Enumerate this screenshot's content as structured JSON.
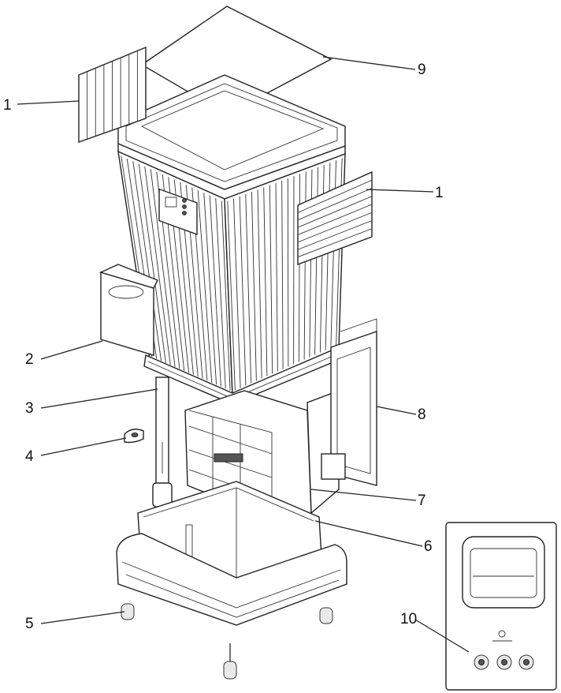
{
  "diagram": {
    "callouts": [
      {
        "id": "louver-left",
        "label": "1"
      },
      {
        "id": "louver-right",
        "label": "1"
      },
      {
        "id": "side-tank",
        "label": "2"
      },
      {
        "id": "pump-pipe",
        "label": "3"
      },
      {
        "id": "clip",
        "label": "4"
      },
      {
        "id": "caster",
        "label": "5"
      },
      {
        "id": "base-tank",
        "label": "6"
      },
      {
        "id": "cooling-pad",
        "label": "7"
      },
      {
        "id": "rear-filter",
        "label": "8"
      },
      {
        "id": "top-panel",
        "label": "9"
      },
      {
        "id": "control-panel",
        "label": "10"
      }
    ]
  }
}
